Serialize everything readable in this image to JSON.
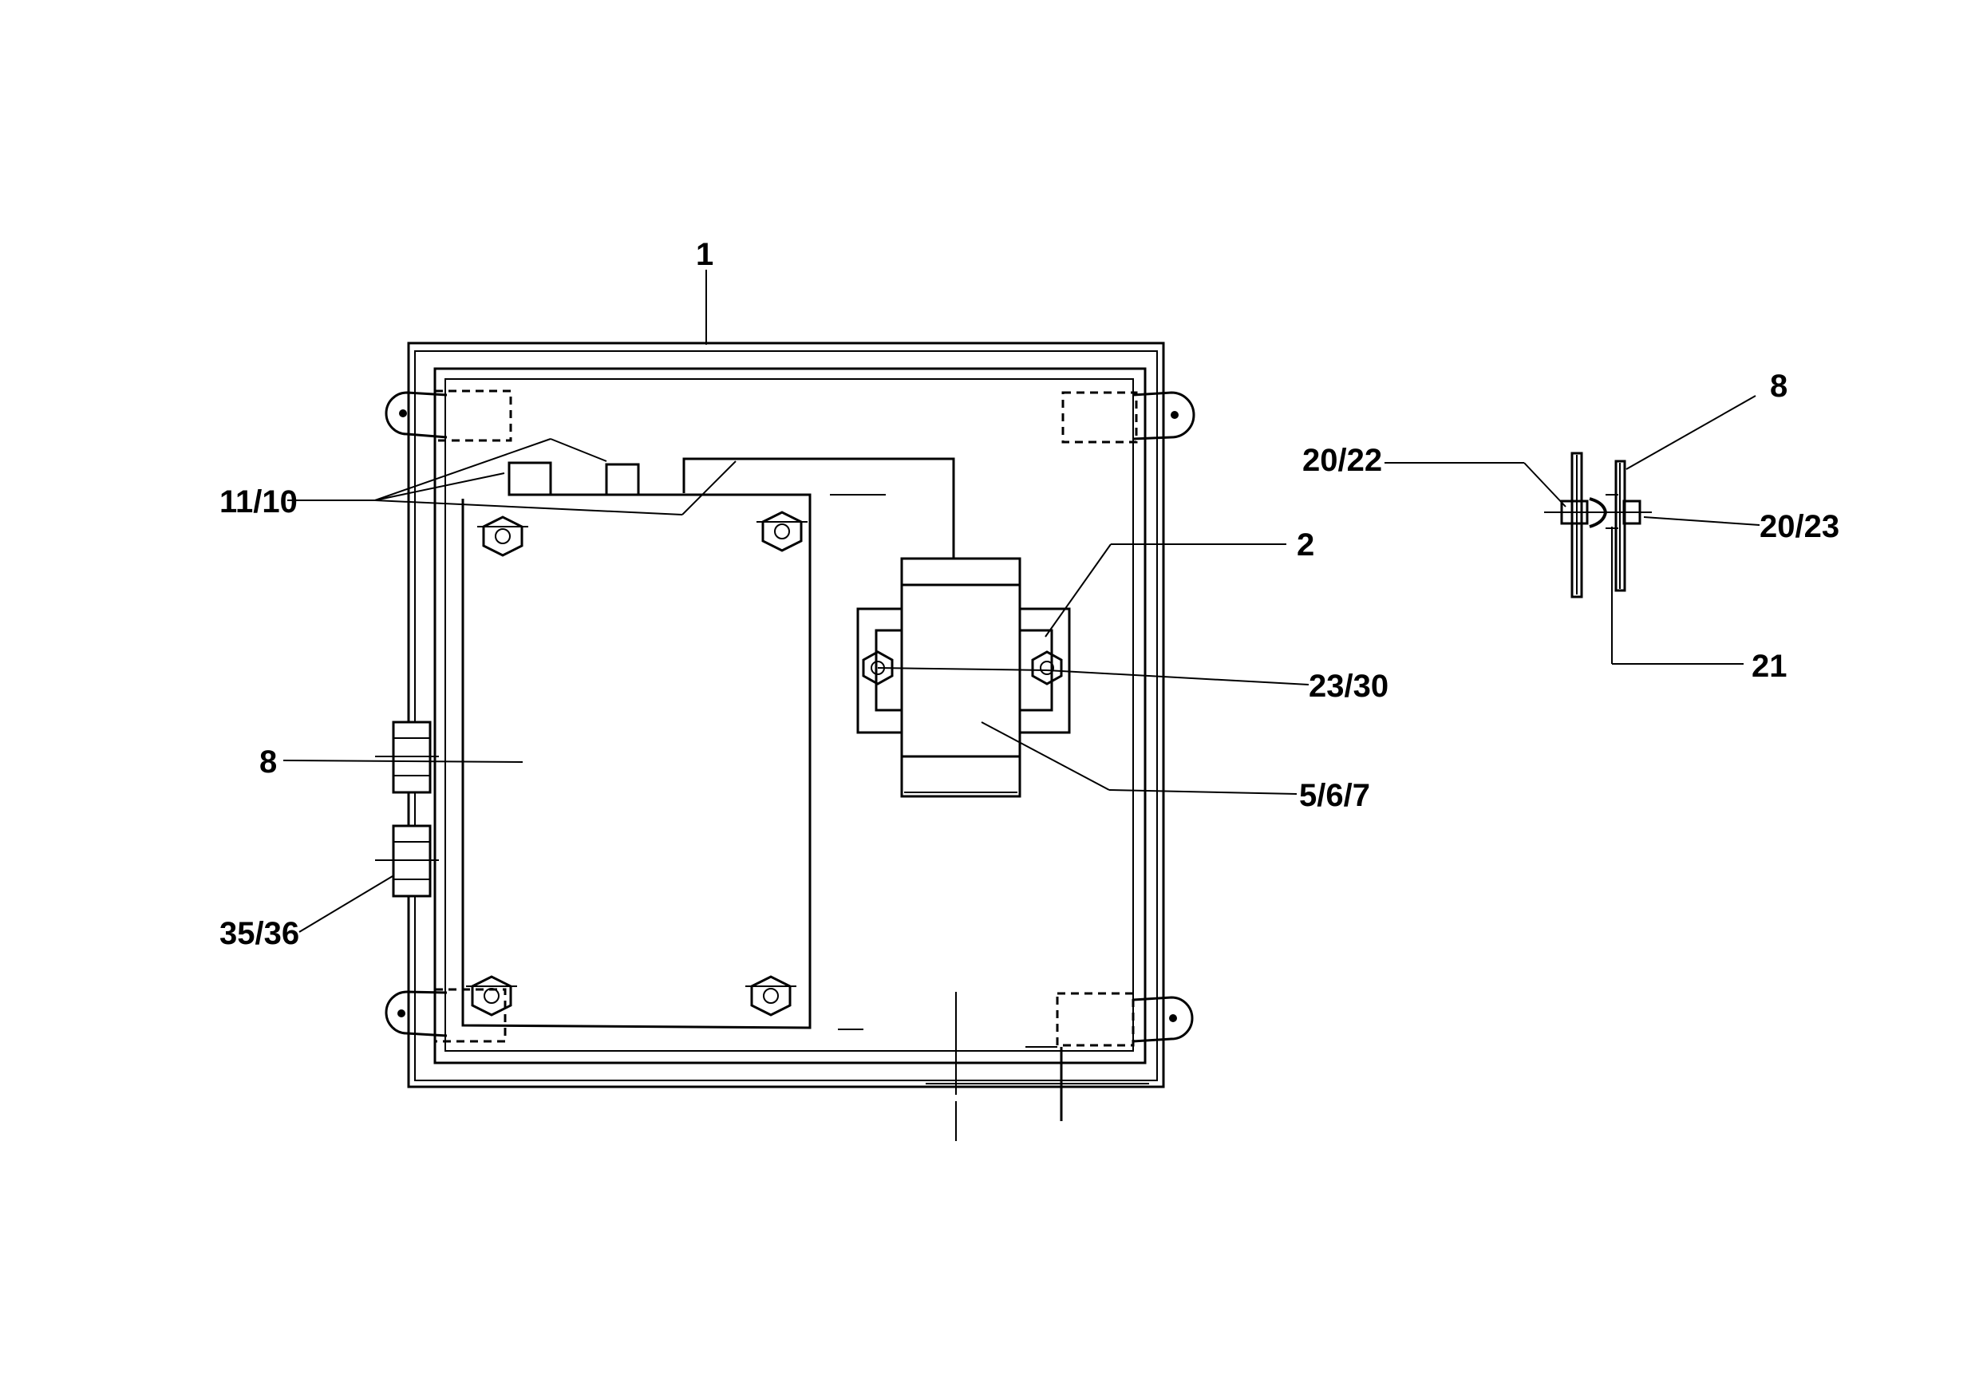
{
  "labels": {
    "enclosure": "1",
    "bracket": "2",
    "terminals": "11/10",
    "board": "8",
    "glands": "35/36",
    "bolts": "23/30",
    "transformer": "5/6/7",
    "detail_item": "8",
    "detail_screw": "20/22",
    "detail_nut": "20/23",
    "detail_spacer": "21"
  }
}
